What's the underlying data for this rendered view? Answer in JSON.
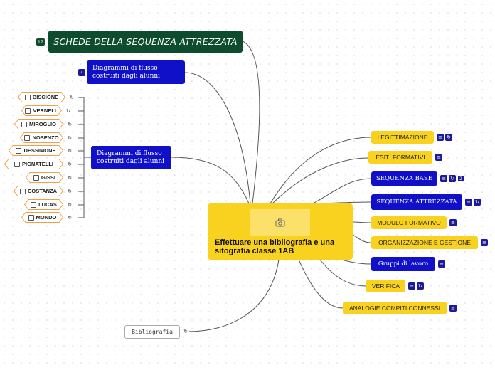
{
  "central": {
    "title": "Effettuare una bibliografia e una sitografia            classe 1AB",
    "icon": "camera-icon"
  },
  "top": {
    "title": "SCHEDE DELLA SEQUENZA ATTREZZATA",
    "badge": "17"
  },
  "blue_top": {
    "title": "Diagrammi di flusso costruiti dagli alunni",
    "badge": "4"
  },
  "blue_mid": {
    "title": "Diagrammi di flusso costruiti dagli alunni"
  },
  "students": [
    "BISCIONE",
    "VERNELL",
    "MIROGLIO",
    "NOSENZO",
    "DESSIMONE",
    "PIGNATELLI",
    "GISSI",
    "COSTANZA",
    "LUCAS",
    "MONDO"
  ],
  "biblio": {
    "title": "Bibliografia"
  },
  "right_topics": [
    {
      "label": "LEGITTIMAZIONE",
      "style": "yellow",
      "icons": [
        "notes",
        "link"
      ]
    },
    {
      "label": "ESITI FORMATIVI",
      "style": "yellow",
      "icons": [
        "notes"
      ]
    },
    {
      "label": "SEQUENZA BASE",
      "style": "blue",
      "icons": [
        "notes",
        "link",
        "count"
      ],
      "count": "2"
    },
    {
      "label": "SEQUENZA ATTREZZATA",
      "style": "blue",
      "icons": [
        "notes",
        "link"
      ]
    },
    {
      "label": "MODULO FORMATIVO",
      "style": "yellow",
      "icons": [
        "notes"
      ]
    },
    {
      "label": "ORGANIZZAZIONE E GESTIONE",
      "style": "yellow",
      "icons": [
        "notes"
      ]
    },
    {
      "label": "Gruppi di lavoro",
      "style": "blue",
      "icons": [
        "notes"
      ]
    },
    {
      "label": "VERIFICA",
      "style": "yellow",
      "icons": [
        "notes",
        "link"
      ]
    },
    {
      "label": "ANALOGIE COMPITI CONNESSI",
      "style": "yellow",
      "icons": [
        "notes"
      ]
    }
  ],
  "colors": {
    "central": "#f9d21f",
    "dark_green": "#0d4d2d",
    "blue": "#1010c8",
    "yellow": "#f9d21f",
    "hex_border": "#f0a04a",
    "line": "#555555"
  }
}
